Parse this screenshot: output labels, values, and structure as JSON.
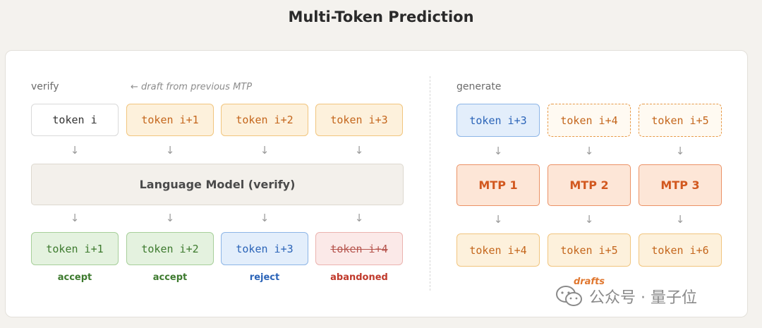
{
  "title": "Multi-Token Prediction",
  "verify": {
    "label": "verify",
    "note": "← draft from previous MTP",
    "inputs": [
      "token i",
      "token i+1",
      "token i+2",
      "token i+3"
    ],
    "model": "Language Model (verify)",
    "outputs": [
      "token i+1",
      "token i+2",
      "token i+3",
      "token i+4"
    ],
    "statuses": [
      "accept",
      "accept",
      "reject",
      "abandoned"
    ]
  },
  "generate": {
    "label": "generate",
    "inputs": [
      "token i+3",
      "token i+4",
      "token i+5"
    ],
    "heads": [
      "MTP 1",
      "MTP 2",
      "MTP 3"
    ],
    "outputs": [
      "token i+4",
      "token i+5",
      "token i+6"
    ],
    "drafts_label": "drafts"
  },
  "arrow_glyph": "↓",
  "watermark": "公众号 · 量子位",
  "colors": {
    "accept": "#3d7a2e",
    "reject": "#2b64b8",
    "abandoned": "#c0392b",
    "draft": "#e0772f"
  }
}
